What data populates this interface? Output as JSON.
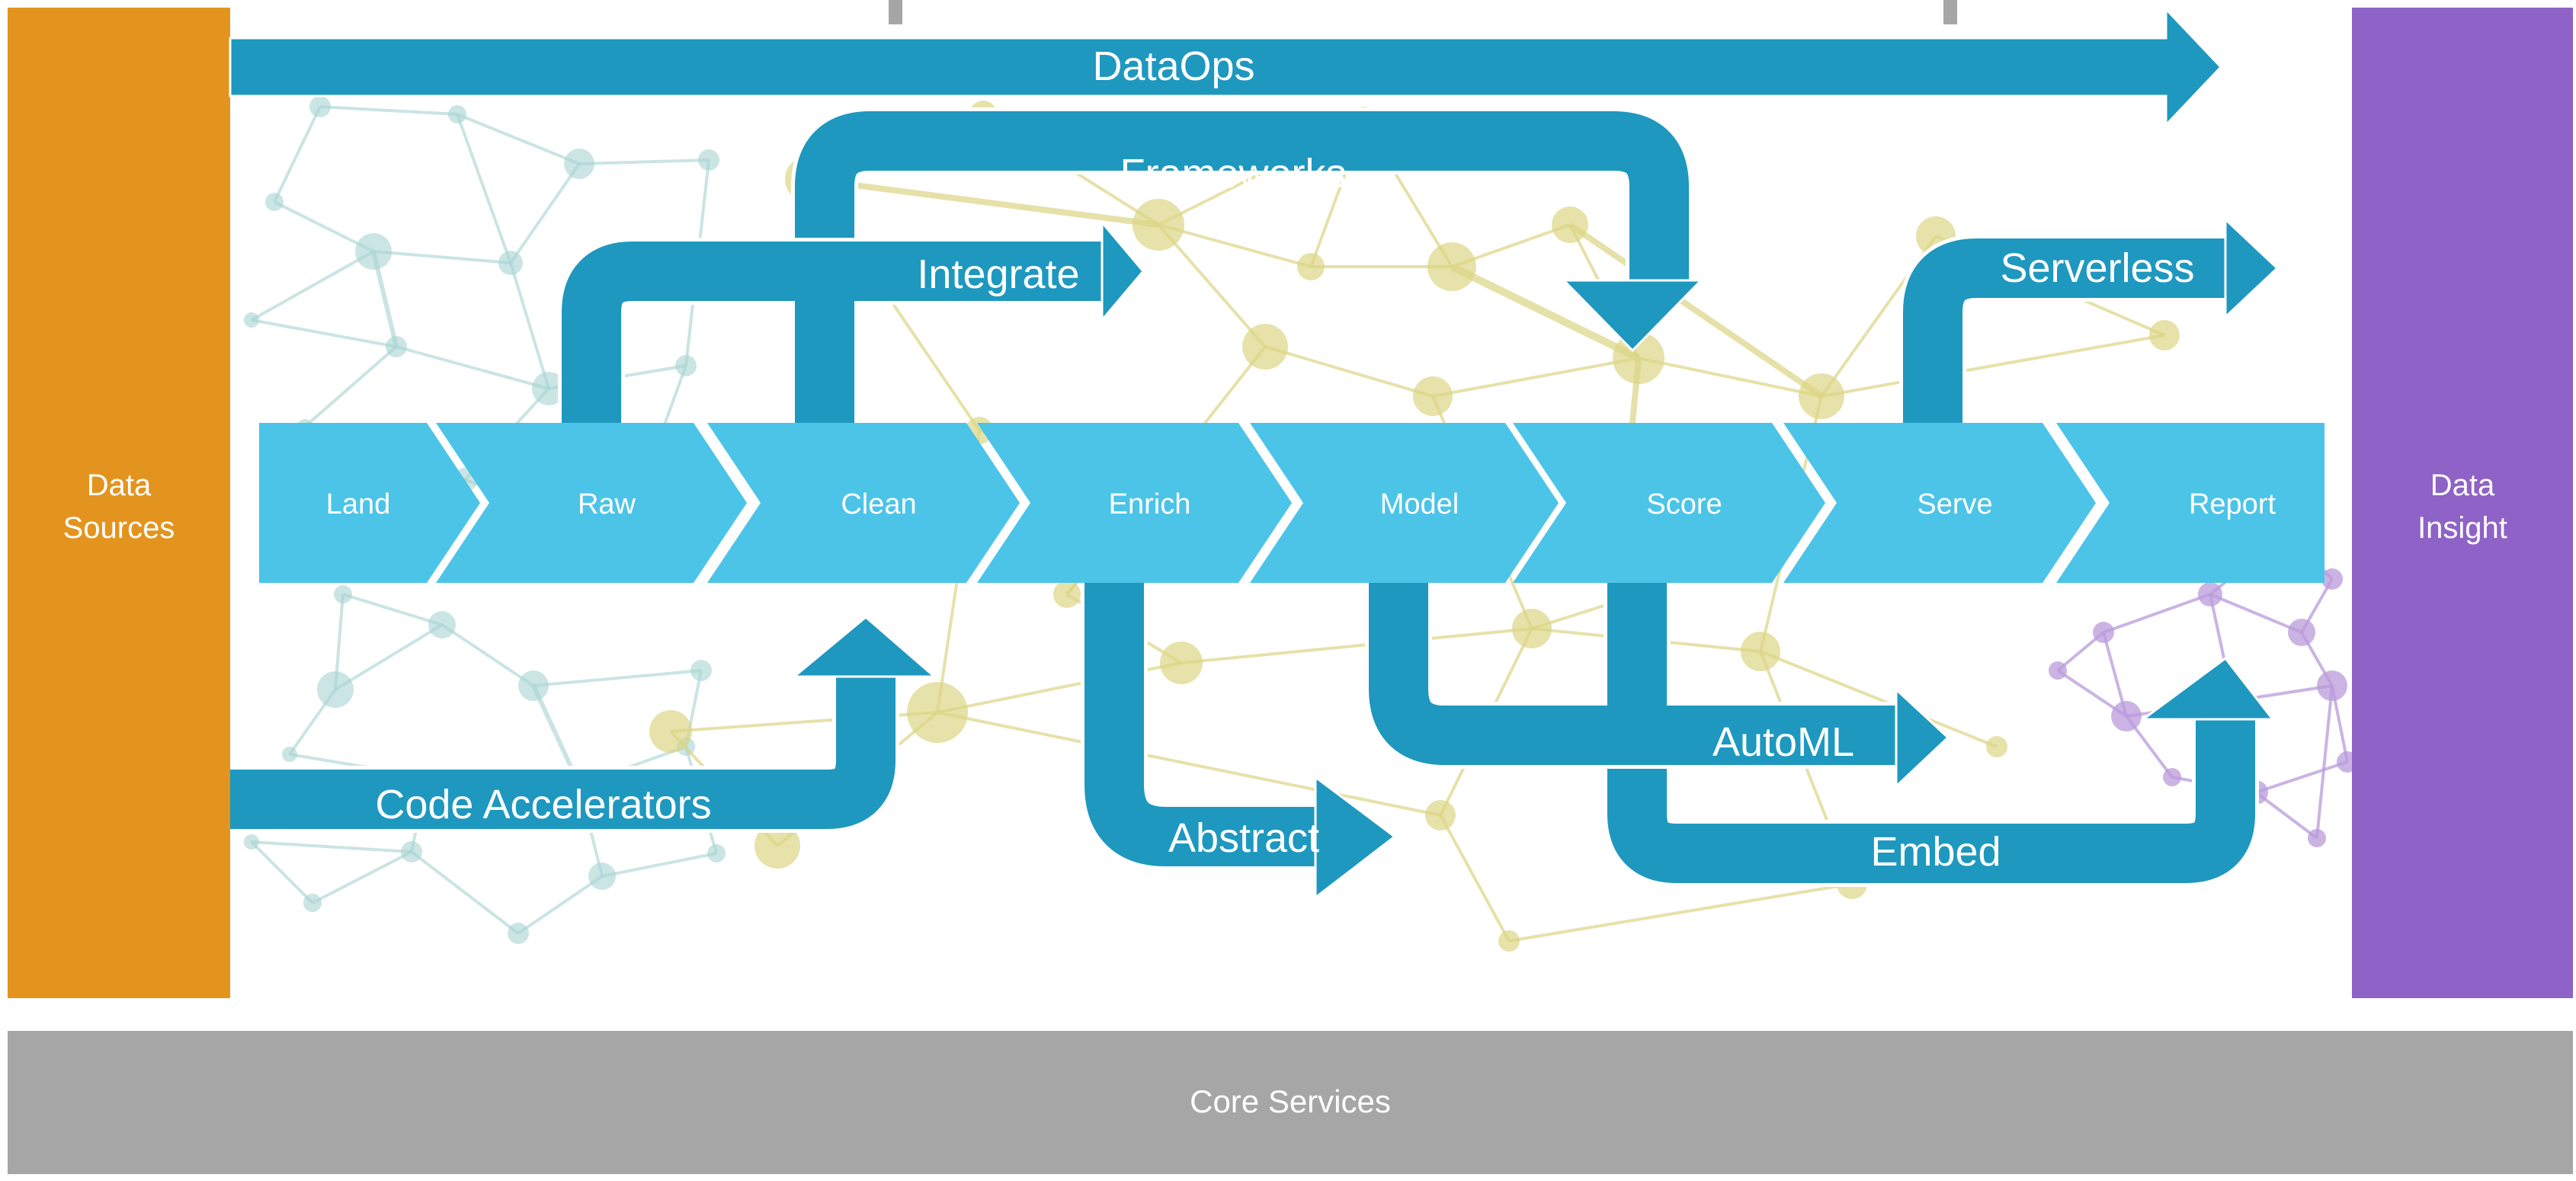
{
  "left_panel": {
    "line1": "Data",
    "line2": "Sources"
  },
  "right_panel": {
    "line1": "Data",
    "line2": "Insight"
  },
  "bottom_bar": {
    "label": "Core Services"
  },
  "pipeline_stages": [
    "Land",
    "Raw",
    "Clean",
    "Enrich",
    "Model",
    "Score",
    "Serve",
    "Report"
  ],
  "flows": {
    "dataops": "DataOps",
    "frameworks": "Frameworks",
    "integrate": "Integrate",
    "serverless": "Serverless",
    "code_accelerators": "Code Accelerators",
    "abstract": "Abstract",
    "automl": "AutoML",
    "embed": "Embed"
  },
  "colors": {
    "sources": "#E3941F",
    "insight": "#8E62C6",
    "core": "#A6A6A6",
    "stage": "#4CC4E8",
    "flow": "#1E98BF",
    "net_teal": "#A7D3D2",
    "net_yellow": "#DCD585",
    "net_purple": "#B99BDB"
  }
}
